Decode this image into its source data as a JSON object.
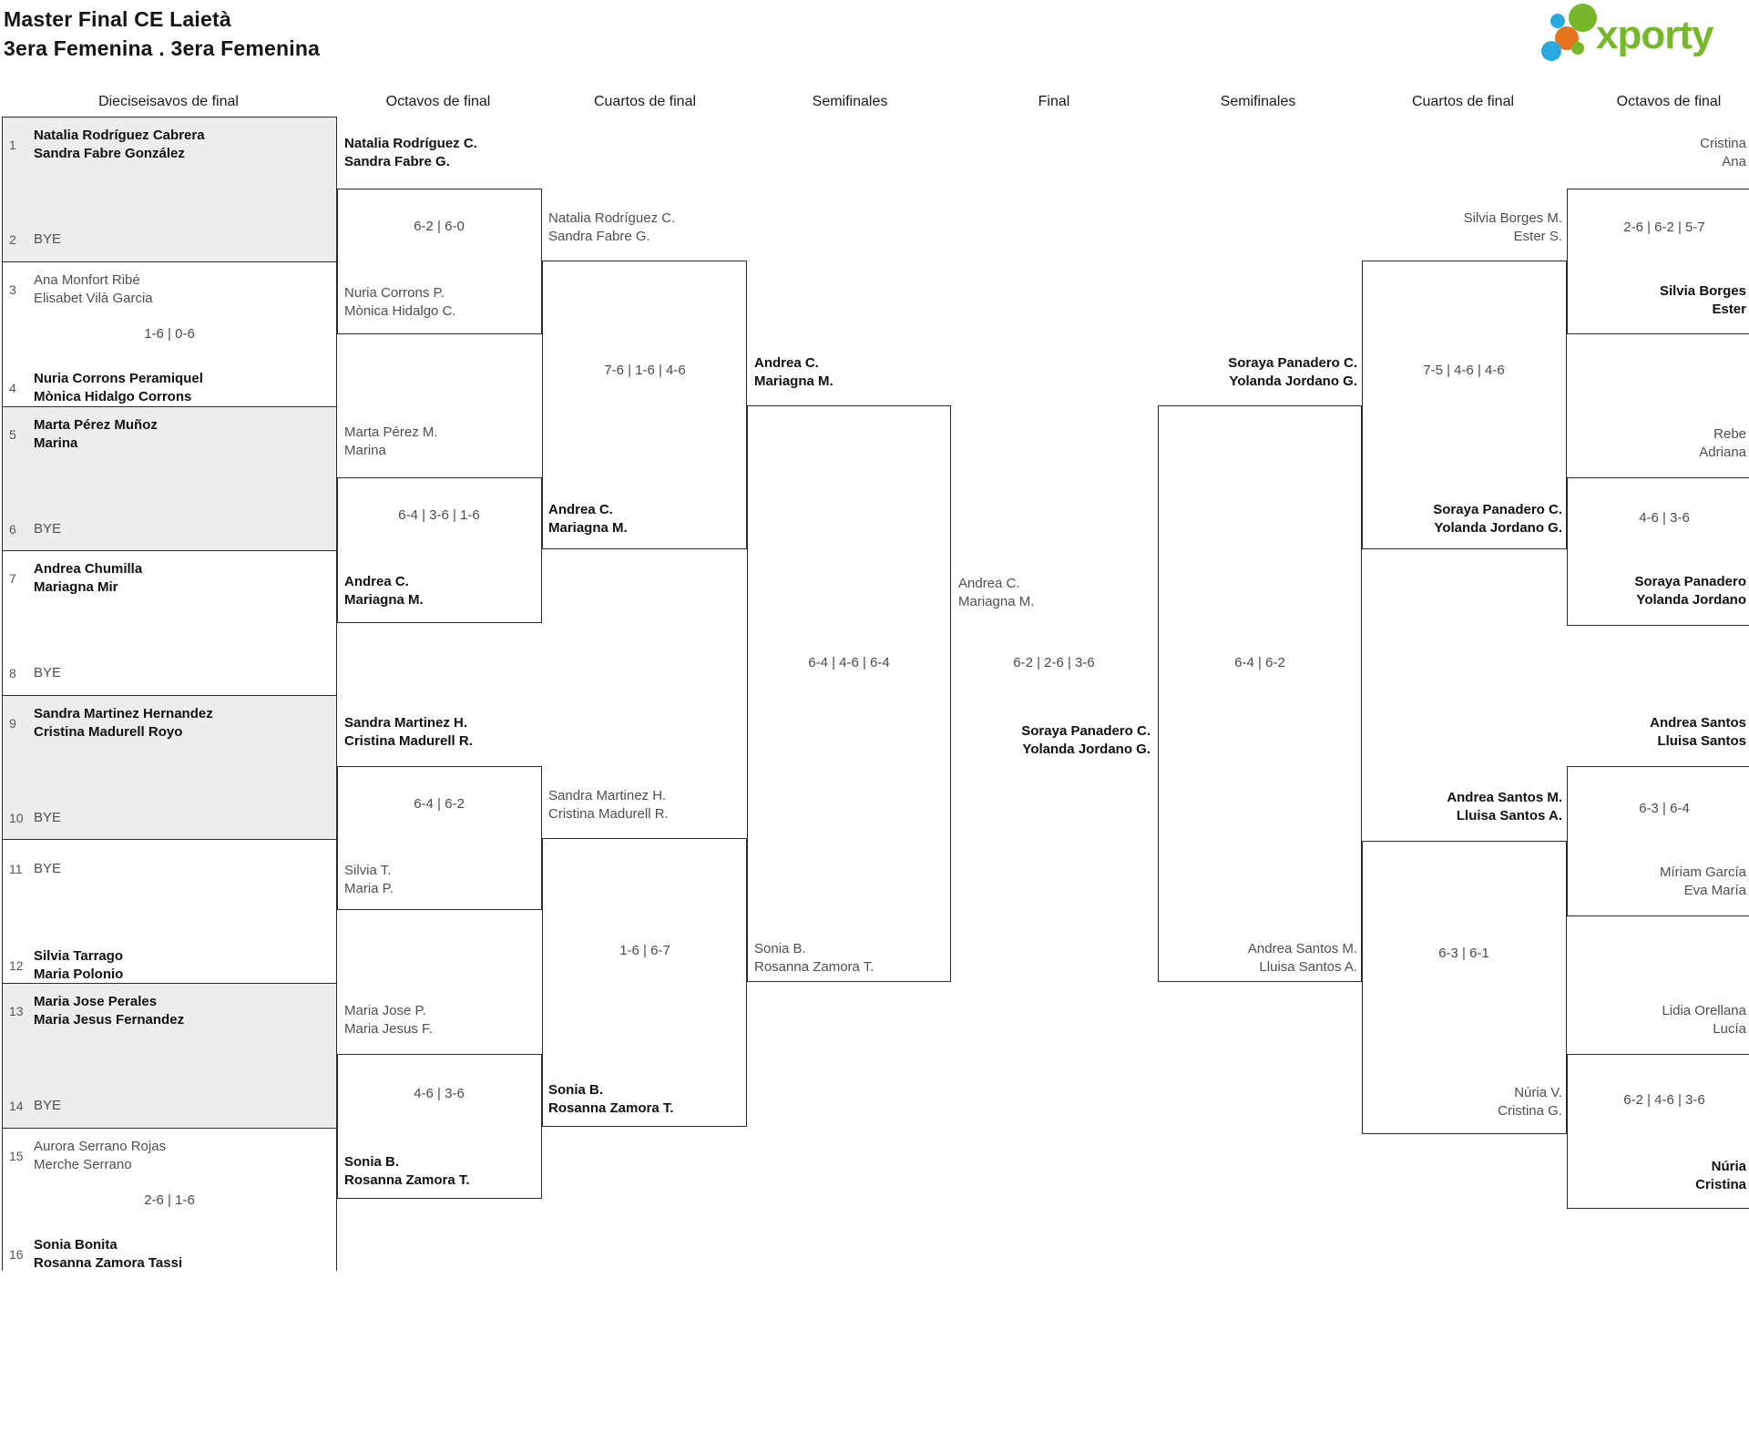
{
  "title": {
    "line1": "Master Final CE Laietà",
    "line2": "3era Femenina . 3era Femenina"
  },
  "logo": {
    "text": "xporty"
  },
  "colors": {
    "brand_green": "#76b82a",
    "brand_blue": "#29a8e0",
    "brand_orange": "#e6721c",
    "shaded_cell": "#ededed",
    "border": "#2a2a2a",
    "winner_text": "#111111",
    "loser_text": "#4f4f4f",
    "score_text": "#4a4a4a"
  },
  "round_headers": [
    "Dieciseisavos de final",
    "Octavos de final",
    "Cuartos de final",
    "Semifinales",
    "Final",
    "Semifinales",
    "Cuartos de final",
    "Octavos de final"
  ],
  "first_round_cells": [
    {
      "shaded": true,
      "top": {
        "seed": "1",
        "lines": [
          "Natalia Rodríguez Cabrera",
          "Sandra Fabre González"
        ],
        "winner": true
      },
      "score": "",
      "bottom": {
        "seed": "2",
        "lines": [
          "BYE"
        ],
        "winner": false
      }
    },
    {
      "shaded": false,
      "top": {
        "seed": "3",
        "lines": [
          "Ana Monfort Ribé",
          "Elisabet Vilà Garcia"
        ],
        "winner": false
      },
      "score": "1-6 | 0-6",
      "bottom": {
        "seed": "4",
        "lines": [
          "Nuria Corrons Peramiquel",
          "Mònica Hidalgo Corrons"
        ],
        "winner": true
      }
    },
    {
      "shaded": true,
      "top": {
        "seed": "5",
        "lines": [
          "Marta Pérez Muñoz",
          "Marina"
        ],
        "winner": true
      },
      "score": "",
      "bottom": {
        "seed": "6",
        "lines": [
          "BYE"
        ],
        "winner": false
      }
    },
    {
      "shaded": false,
      "top": {
        "seed": "7",
        "lines": [
          "Andrea Chumilla",
          "Mariagna Mir"
        ],
        "winner": true
      },
      "score": "",
      "bottom": {
        "seed": "8",
        "lines": [
          "BYE"
        ],
        "winner": false
      }
    },
    {
      "shaded": true,
      "top": {
        "seed": "9",
        "lines": [
          "Sandra Martinez Hernandez",
          "Cristina Madurell Royo"
        ],
        "winner": true
      },
      "score": "",
      "bottom": {
        "seed": "10",
        "lines": [
          "BYE"
        ],
        "winner": false
      }
    },
    {
      "shaded": false,
      "top": {
        "seed": "11",
        "lines": [
          "BYE"
        ],
        "winner": false
      },
      "score": "",
      "bottom": {
        "seed": "12",
        "lines": [
          "Silvia Tarrago",
          "Maria Polonio"
        ],
        "winner": true
      }
    },
    {
      "shaded": true,
      "top": {
        "seed": "13",
        "lines": [
          "Maria Jose Perales",
          "Maria Jesus Fernandez"
        ],
        "winner": true
      },
      "score": "",
      "bottom": {
        "seed": "14",
        "lines": [
          "BYE"
        ],
        "winner": false
      }
    },
    {
      "shaded": false,
      "top": {
        "seed": "15",
        "lines": [
          "Aurora Serrano Rojas",
          "Merche Serrano"
        ],
        "winner": false
      },
      "score": "2-6 | 1-6",
      "bottom": {
        "seed": "16",
        "lines": [
          "Sonia Bonita",
          "Rosanna Zamora Tassi"
        ],
        "winner": true
      }
    }
  ],
  "matches": [
    {
      "id": "octavos-left-1",
      "team1": {
        "lines": [
          "Natalia Rodríguez C.",
          "Sandra Fabre G."
        ],
        "winner": true
      },
      "score": "6-2 | 6-0",
      "team2": {
        "lines": [
          "Nuria Corrons P.",
          "Mònica Hidalgo C."
        ],
        "winner": false
      }
    },
    {
      "id": "octavos-left-2",
      "team1": {
        "lines": [
          "Marta Pérez M.",
          "Marina"
        ],
        "winner": false
      },
      "score": "6-4 | 3-6 | 1-6",
      "team2": {
        "lines": [
          "Andrea C.",
          "Mariagna M."
        ],
        "winner": true
      }
    },
    {
      "id": "octavos-left-3",
      "team1": {
        "lines": [
          "Sandra Martinez H.",
          "Cristina Madurell R."
        ],
        "winner": true
      },
      "score": "6-4 | 6-2",
      "team2": {
        "lines": [
          "Silvia T.",
          "Maria P."
        ],
        "winner": false
      }
    },
    {
      "id": "octavos-left-4",
      "team1": {
        "lines": [
          "Maria Jose P.",
          "Maria Jesus F."
        ],
        "winner": false
      },
      "score": "4-6 | 3-6",
      "team2": {
        "lines": [
          "Sonia B.",
          "Rosanna Zamora T."
        ],
        "winner": true
      }
    },
    {
      "id": "cuartos-left-1",
      "team1": {
        "lines": [
          "Natalia Rodríguez C.",
          "Sandra Fabre G."
        ],
        "winner": false
      },
      "score": "7-6 | 1-6 | 4-6",
      "team2": {
        "lines": [
          "Andrea C.",
          "Mariagna M."
        ],
        "winner": true
      }
    },
    {
      "id": "cuartos-left-2",
      "team1": {
        "lines": [
          "Sandra Martinez H.",
          "Cristina Madurell R."
        ],
        "winner": false
      },
      "score": "1-6 | 6-7",
      "team2": {
        "lines": [
          "Sonia B.",
          "Rosanna Zamora T."
        ],
        "winner": true
      }
    },
    {
      "id": "semifinal-left",
      "team1": {
        "lines": [
          "Andrea C.",
          "Mariagna M."
        ],
        "winner": true
      },
      "score": "6-4 | 4-6 | 6-4",
      "team2": {
        "lines": [
          "Sonia B.",
          "Rosanna Zamora T."
        ],
        "winner": false
      }
    },
    {
      "id": "final",
      "team1": {
        "lines": [
          "Andrea C.",
          "Mariagna M."
        ],
        "winner": false
      },
      "score": "6-2 | 2-6 | 3-6",
      "team2": {
        "lines": [
          "Soraya Panadero C.",
          "Yolanda Jordano G."
        ],
        "winner": true
      }
    },
    {
      "id": "semifinal-right",
      "team1": {
        "lines": [
          "Soraya Panadero C.",
          "Yolanda Jordano G."
        ],
        "winner": true
      },
      "score": "6-4 | 6-2",
      "team2": {
        "lines": [
          "Andrea Santos M.",
          "Lluisa Santos A."
        ],
        "winner": false
      }
    },
    {
      "id": "cuartos-right-1",
      "team1": {
        "lines": [
          "Silvia Borges M.",
          "Ester S."
        ],
        "winner": false
      },
      "score": "7-5 | 4-6 | 4-6",
      "team2": {
        "lines": [
          "Soraya Panadero C.",
          "Yolanda Jordano G."
        ],
        "winner": true
      }
    },
    {
      "id": "cuartos-right-2",
      "team1": {
        "lines": [
          "Andrea Santos M.",
          "Lluisa Santos A."
        ],
        "winner": true
      },
      "score": "6-3 | 6-1",
      "team2": {
        "lines": [
          "Núria V.",
          "Cristina G."
        ],
        "winner": false
      }
    },
    {
      "id": "octavos-right-1",
      "team1": {
        "lines": [
          "Cristina",
          "Ana"
        ],
        "winner": false
      },
      "score": "2-6 | 6-2 | 5-7",
      "team2": {
        "lines": [
          "Silvia Borges",
          "Ester"
        ],
        "winner": true
      }
    },
    {
      "id": "octavos-right-2",
      "team1": {
        "lines": [
          "Rebe",
          "Adriana"
        ],
        "winner": false
      },
      "score": "4-6 | 3-6",
      "team2": {
        "lines": [
          "Soraya Panadero",
          "Yolanda Jordano"
        ],
        "winner": true
      }
    },
    {
      "id": "octavos-right-3",
      "team1": {
        "lines": [
          "Andrea Santos",
          "Lluisa Santos"
        ],
        "winner": true
      },
      "score": "6-3 | 6-4",
      "team2": {
        "lines": [
          "Míriam García",
          "Eva María"
        ],
        "winner": false
      }
    },
    {
      "id": "octavos-right-4",
      "team1": {
        "lines": [
          "Lidia Orellana",
          "Lucía"
        ],
        "winner": false
      },
      "score": "6-2 | 4-6 | 3-6",
      "team2": {
        "lines": [
          "Núria",
          "Cristina"
        ],
        "winner": true
      }
    }
  ]
}
